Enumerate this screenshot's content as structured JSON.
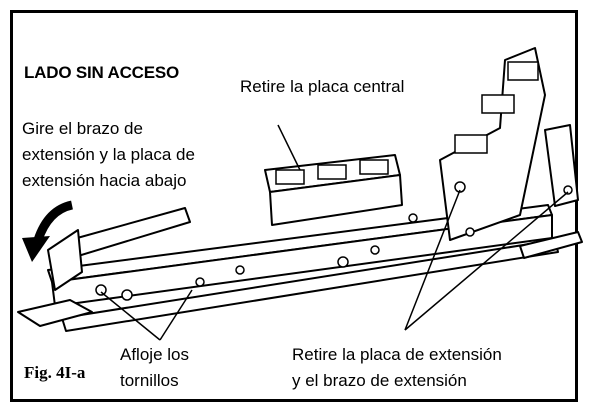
{
  "figure": {
    "heading": "LADO SIN ACCESO",
    "remove_center_plate": "Retire la placa central",
    "rotate_arm_line1": "Gire el brazo de",
    "rotate_arm_line2": "extensión y la placa de",
    "rotate_arm_line3": "extensión hacia abajo",
    "loosen_screws_line1": "Afloje los",
    "loosen_screws_line2": "tornillos",
    "remove_ext_line1": "Retire la placa de extensión",
    "remove_ext_line2": "y el brazo de extensión",
    "fig_label": "Fig. 4I-a"
  }
}
